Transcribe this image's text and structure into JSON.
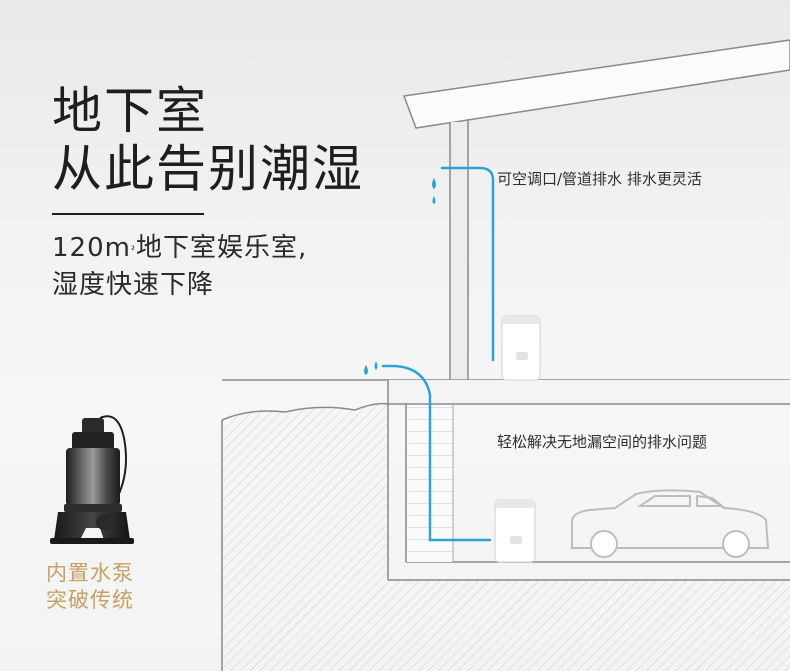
{
  "headline": {
    "line1": "地下室",
    "line2": "从此告别潮湿"
  },
  "subtitle": {
    "line1_prefix": "120m",
    "line1_sup": "²",
    "line1_suffix": "地下室娱乐室,",
    "line2": "湿度快速下降"
  },
  "callouts": {
    "upper": "可空调口/管道排水 排水更灵活",
    "lower": "轻松解决无地漏空间的排水问题"
  },
  "pump": {
    "caption_line1": "内置水泵",
    "caption_line2": "突破传统"
  },
  "colors": {
    "water_pipe": "#29a3dc",
    "outline": "#8a8a8a",
    "caption_gold": "#c9a063",
    "text_dark": "#1e1e1e"
  }
}
